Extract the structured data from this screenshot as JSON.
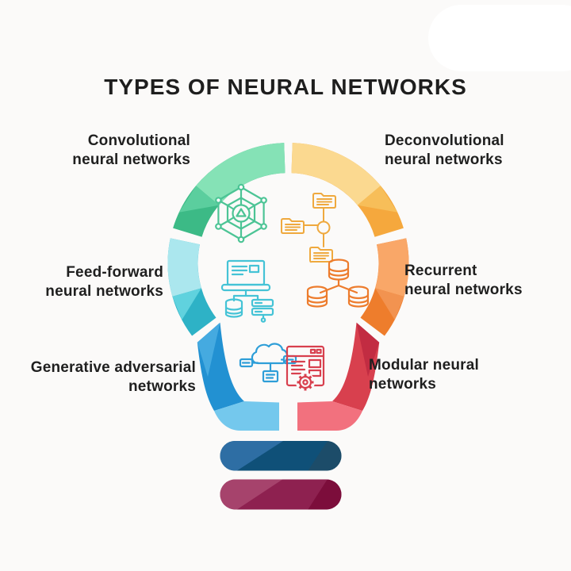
{
  "title": "TYPES OF NEURAL NETWORKS",
  "colors": {
    "background": "#fbfaf9",
    "title_text": "#1e1e1e",
    "label_text": "#1f1f1f"
  },
  "segments": [
    {
      "name": "Convolutional neural networks",
      "lines": [
        "Convolutional",
        "neural networks"
      ],
      "color": "#3cba86",
      "light": "#85e2b6",
      "mid": "#5bce9e",
      "icon": "network-web-icon",
      "icon_color": "#4cc495",
      "position": "top-left"
    },
    {
      "name": "Deconvolutional neural networks",
      "lines": [
        "Deconvolutional",
        "neural networks"
      ],
      "color": "#f5a83d",
      "light": "#fbd990",
      "mid": "#f7be59",
      "icon": "folder-tree-icon",
      "icon_color": "#efa93e",
      "position": "top-right"
    },
    {
      "name": "Feed-forward neural networks",
      "lines": [
        "Feed-forward",
        "neural networks"
      ],
      "color": "#2eb2c6",
      "light": "#abe7ee",
      "mid": "#60d2de",
      "icon": "computer-network-icon",
      "icon_color": "#45c3d6",
      "position": "middle-left"
    },
    {
      "name": "Recurrent neural networks",
      "lines": [
        "Recurrent",
        "neural networks"
      ],
      "color": "#ee7d2c",
      "light": "#f9a768",
      "mid": "#f29350",
      "icon": "database-cluster-icon",
      "icon_color": "#ed7c2d",
      "position": "middle-right"
    },
    {
      "name": "Generative adversarial networks",
      "lines": [
        "Generative adversarial",
        "networks"
      ],
      "color": "#2291d2",
      "light": "#74c8ed",
      "mid": "#45aae0",
      "icon": "cloud-network-icon",
      "icon_color": "#2e9ed8",
      "position": "bottom-left"
    },
    {
      "name": "Modular neural networks",
      "lines": [
        "Modular neural",
        "networks"
      ],
      "color": "#d8404e",
      "light": "#f2717e",
      "mid": "#c22c42",
      "icon": "browser-gear-icon",
      "icon_color": "#d8404e",
      "position": "bottom-right"
    }
  ],
  "base_bars": [
    {
      "name": "bulb-base-top-bar",
      "color": "#0f5078",
      "light": "#2e6ea4",
      "dark": "#1c4c69"
    },
    {
      "name": "bulb-base-bottom-bar",
      "color": "#8e2150",
      "light": "#a6436c",
      "dark": "#7c0d3b"
    }
  ]
}
